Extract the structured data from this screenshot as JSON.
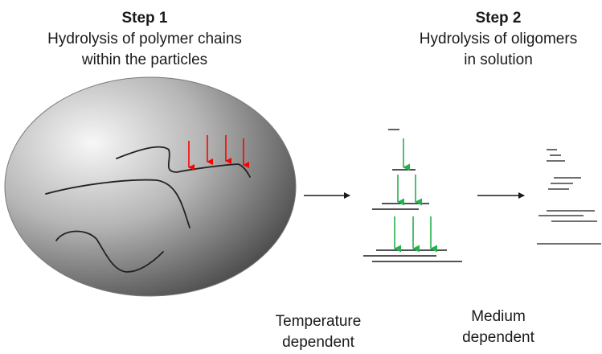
{
  "step1": {
    "title": "Step 1",
    "line1": "Hydrolysis of polymer chains",
    "line2": "within the particles"
  },
  "step2": {
    "title": "Step 2",
    "line1": "Hydrolysis of oligomers",
    "line2": "in solution"
  },
  "labels": {
    "temperature_1": "Temperature",
    "temperature_2": "dependent",
    "medium_1": "Medium",
    "medium_2": "dependent"
  },
  "colors": {
    "hydrolysis_arrows": "#ff0000",
    "oligomer_arrows": "#22b14c",
    "particle_light": "#f5f5f5",
    "particle_dark": "#3a3a3a"
  }
}
